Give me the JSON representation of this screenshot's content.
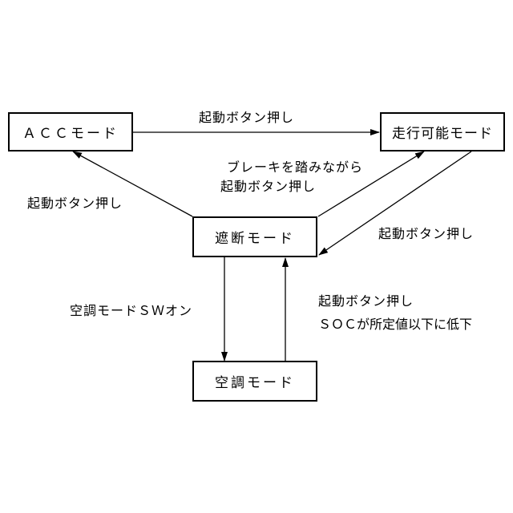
{
  "nodes": {
    "acc": "ＡＣＣモード",
    "run": "走行可能モード",
    "cutoff": "遮断モード",
    "ac": "空調モード"
  },
  "edges": {
    "acc_to_run": "起動ボタン押し",
    "cutoff_to_acc": "起動ボタン押し",
    "cutoff_to_run_line1": "ブレーキを踏みながら",
    "cutoff_to_run_line2": "起動ボタン押し",
    "run_to_cutoff": "起動ボタン押し",
    "cutoff_to_ac": "空調モードＳＷオン",
    "ac_to_cutoff_line1": "起動ボタン押し",
    "ac_to_cutoff_line2": "ＳＯＣが所定値以下に低下"
  }
}
